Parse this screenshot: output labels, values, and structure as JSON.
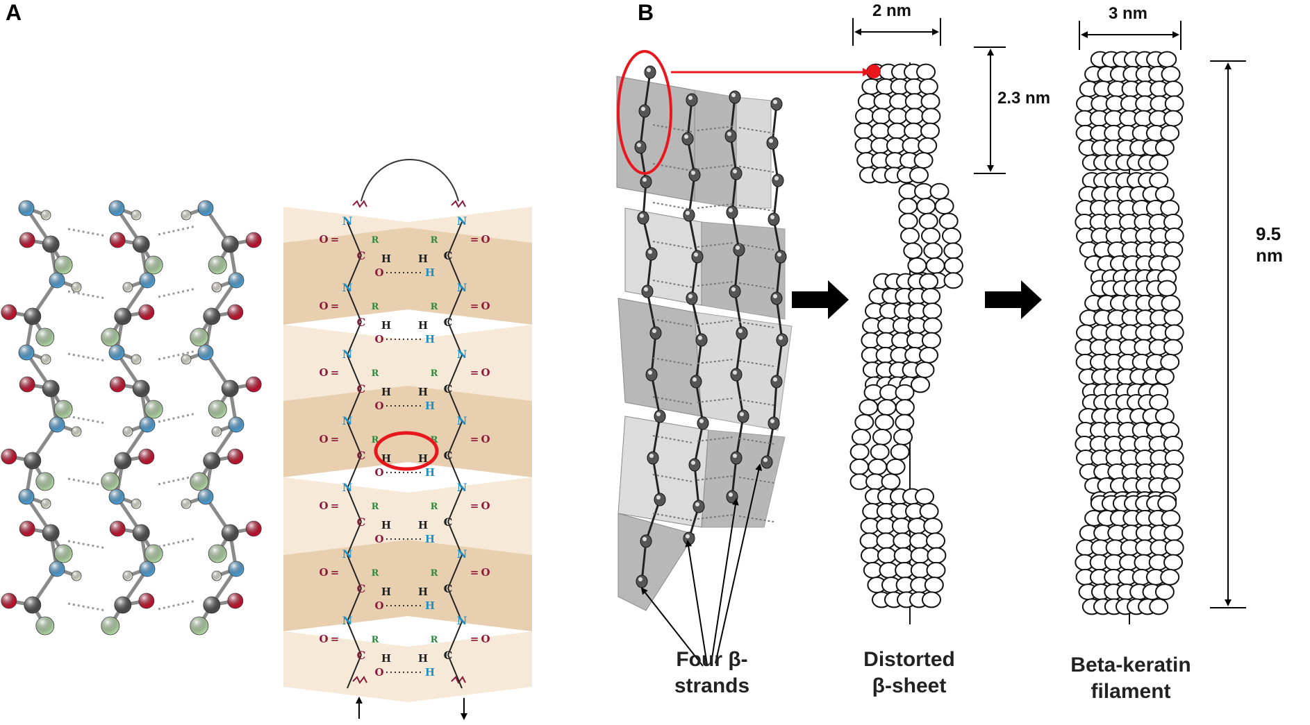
{
  "panel_a": {
    "letter": "A",
    "schematic": {
      "atoms": {
        "carbon": "C",
        "nitrogen": "N",
        "oxygen": "O",
        "hydrogen": "H",
        "side_chain": "R"
      },
      "strand_directions": [
        "up-arrow",
        "down-arrow"
      ]
    }
  },
  "panel_b": {
    "letter": "B",
    "labels": {
      "four_strands": [
        "Four β-",
        "strands"
      ],
      "distorted_sheet": [
        "Distorted",
        "β-sheet"
      ],
      "filament": [
        "Beta-keratin",
        "filament"
      ]
    },
    "dimensions": {
      "sheet_width": "2 nm",
      "sheet_period": "2.3 nm",
      "filament_width": "3 nm",
      "filament_length": "9.5 nm"
    }
  },
  "colors": {
    "carbon": "#4d4d4d",
    "nitrogen": "#4fa3dc",
    "oxygen": "#c8102e",
    "hydrogen": "#e6e6d8",
    "side_chain": "#b5d9a8",
    "sheet_light": "#f7e9d7",
    "sheet_dark": "#e7cfb0",
    "highlight": "#e8171e",
    "label_blue": "#1f8fc4",
    "label_maroon": "#8b1a3a",
    "label_green": "#2e8a3e"
  }
}
